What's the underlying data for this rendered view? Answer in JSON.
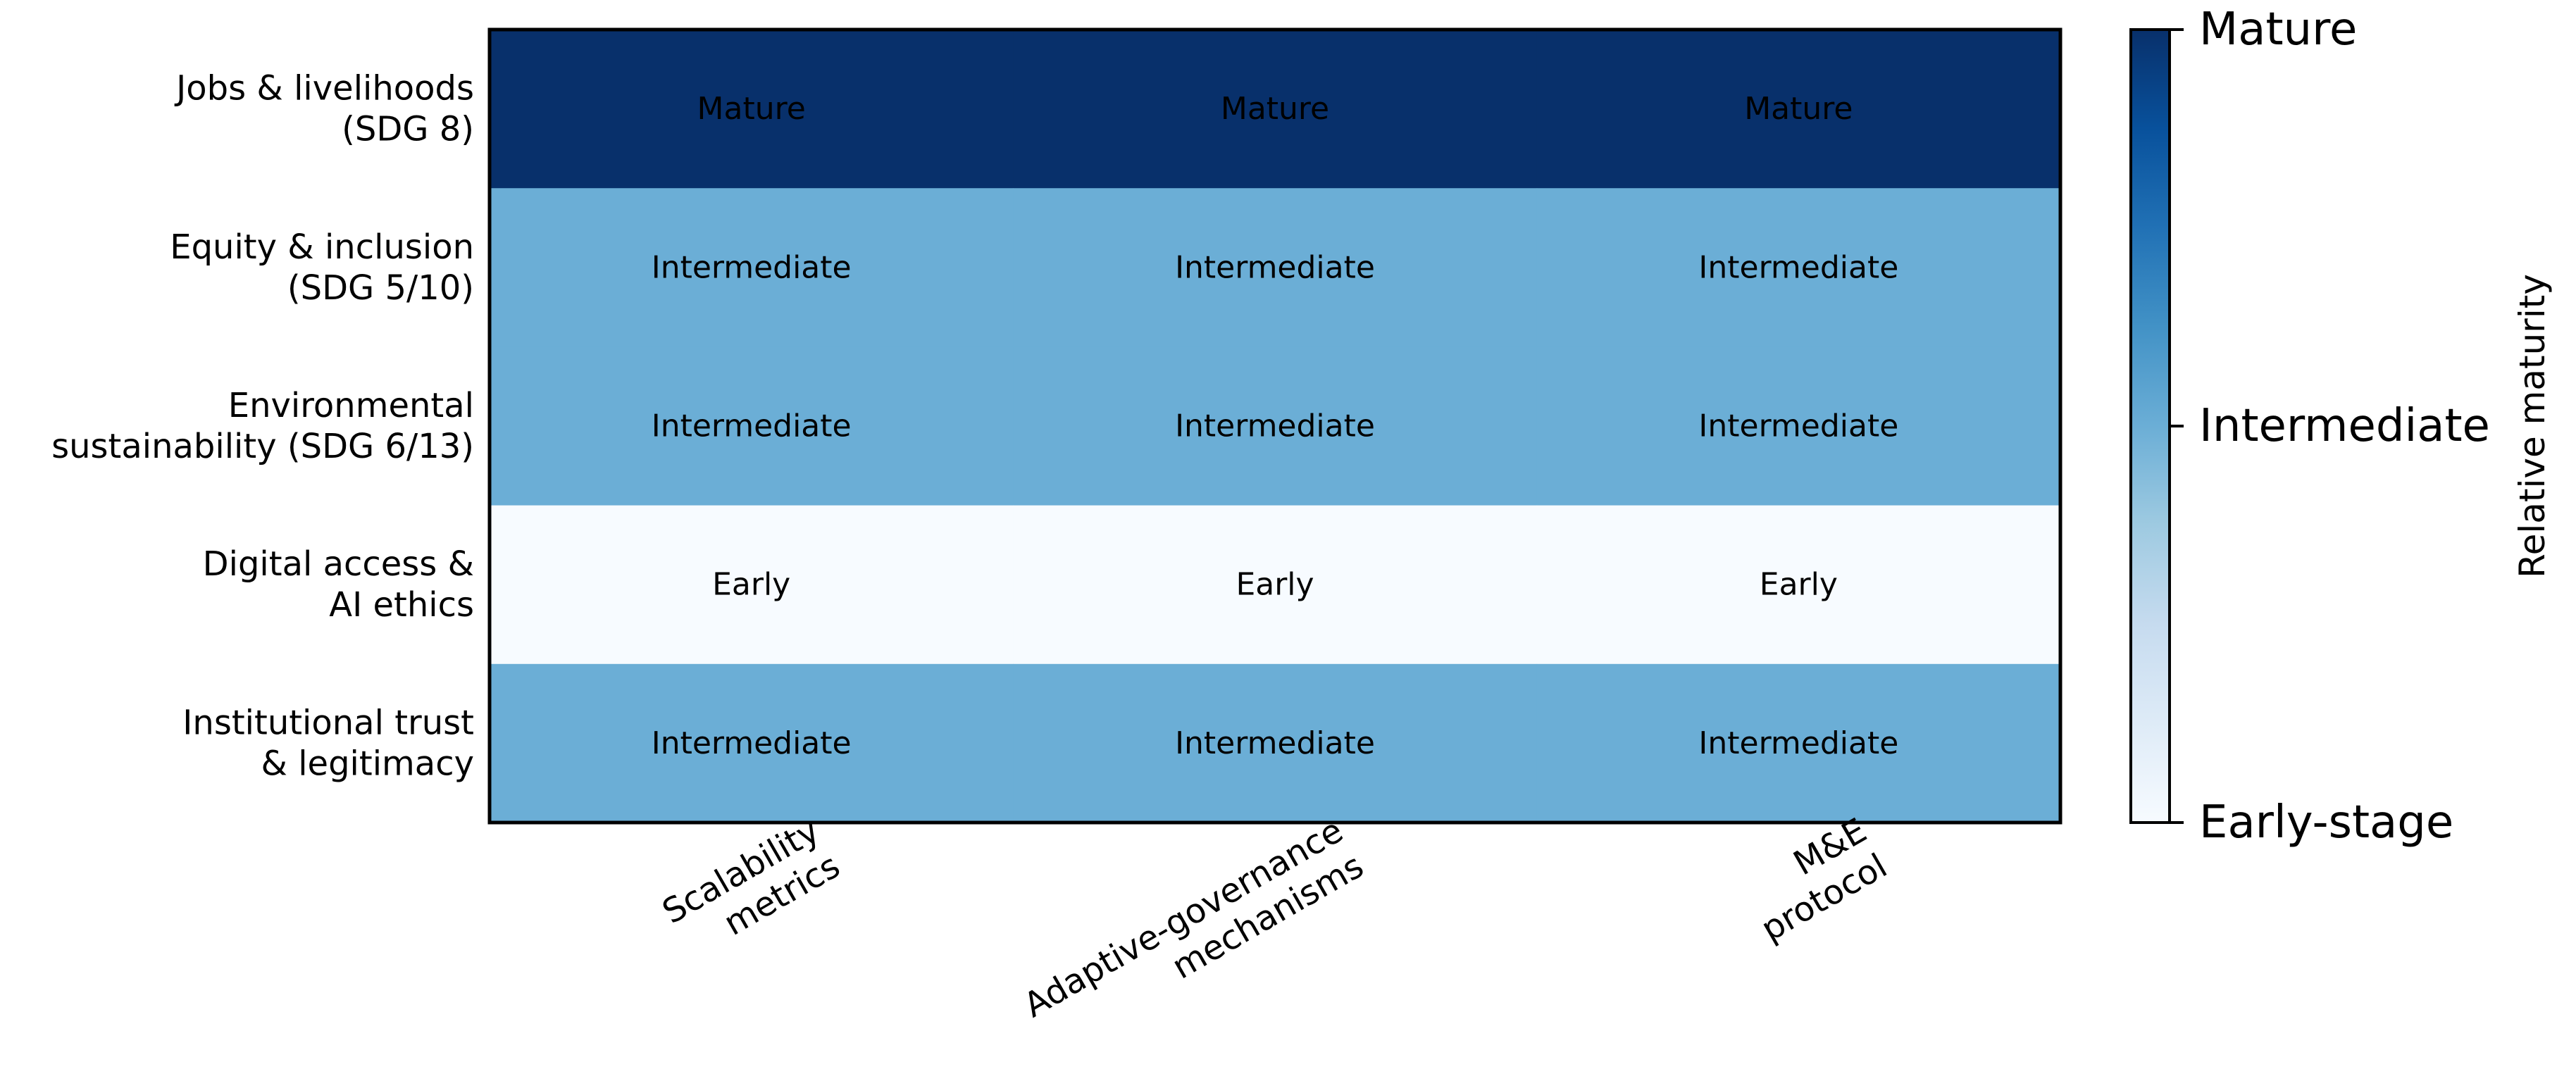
{
  "chart_data": {
    "type": "heatmap",
    "rows": [
      [
        "Jobs & livelihoods",
        "(SDG 8)"
      ],
      [
        "Equity & inclusion",
        "(SDG 5/10)"
      ],
      [
        "Environmental",
        "sustainability (SDG 6/13)"
      ],
      [
        "Digital access &",
        "AI ethics"
      ],
      [
        "Institutional trust",
        "& legitimacy"
      ]
    ],
    "columns": [
      [
        "Scalability",
        "metrics"
      ],
      [
        "Adaptive-governance",
        "mechanisms"
      ],
      [
        "M&E",
        "protocol"
      ]
    ],
    "values": [
      [
        2,
        2,
        2
      ],
      [
        1,
        1,
        1
      ],
      [
        1,
        1,
        1
      ],
      [
        0,
        0,
        0
      ],
      [
        1,
        1,
        1
      ]
    ],
    "cell_labels": [
      [
        "Mature",
        "Mature",
        "Mature"
      ],
      [
        "Intermediate",
        "Intermediate",
        "Intermediate"
      ],
      [
        "Intermediate",
        "Intermediate",
        "Intermediate"
      ],
      [
        "Early",
        "Early",
        "Early"
      ],
      [
        "Intermediate",
        "Intermediate",
        "Intermediate"
      ]
    ],
    "colorbar": {
      "label": "Relative maturity",
      "range": [
        0,
        2
      ],
      "ticks": [
        {
          "value": 0,
          "label": "Early-stage"
        },
        {
          "value": 1,
          "label": "Intermediate"
        },
        {
          "value": 2,
          "label": "Mature"
        }
      ],
      "colormap": "Blues",
      "colors": [
        "#f7fbff",
        "#deebf7",
        "#c6dbef",
        "#9ecae1",
        "#6baed6",
        "#4292c6",
        "#2171b5",
        "#08519c",
        "#08306b"
      ]
    }
  }
}
